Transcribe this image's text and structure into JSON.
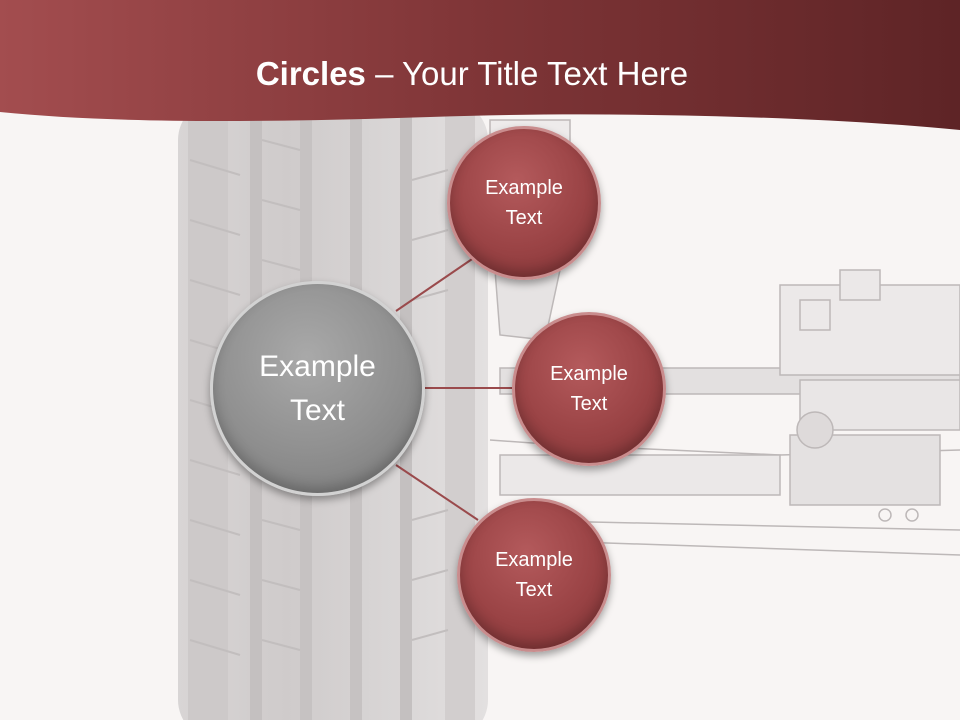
{
  "title": {
    "bold": "Circles",
    "rest": " – Your Title Text Here"
  },
  "center": {
    "label": "Example\nText"
  },
  "nodes": [
    {
      "label": "Example\nText"
    },
    {
      "label": "Example\nText"
    },
    {
      "label": "Example\nText"
    }
  ],
  "colors": {
    "header": "#7e3436",
    "node_fill": "#9a4345",
    "center_fill": "#8f8f8f",
    "connector": "#9a4a4c",
    "background": "#f8f5f4"
  },
  "images": [
    "tire-illustration",
    "suspension-sketch"
  ]
}
